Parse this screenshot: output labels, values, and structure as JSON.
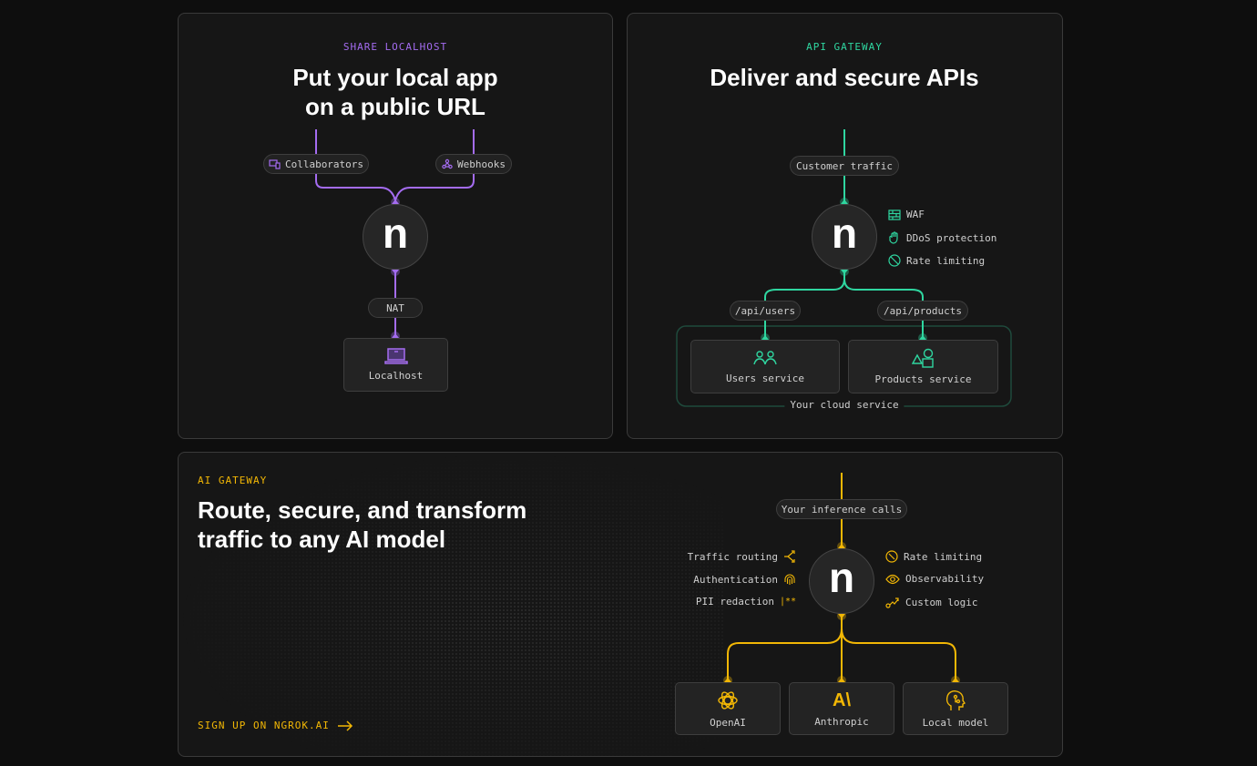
{
  "share": {
    "eyebrow": "SHARE LOCALHOST",
    "title_line1": "Put your local app",
    "title_line2": "on a public URL",
    "collaborators": "Collaborators",
    "webhooks": "Webhooks",
    "nat": "NAT",
    "localhost": "Localhost",
    "node": "n"
  },
  "api": {
    "eyebrow": "API GATEWAY",
    "title": "Deliver and secure APIs",
    "customer_traffic": "Customer traffic",
    "features": [
      "WAF",
      "DDoS protection",
      "Rate limiting"
    ],
    "route_users": "/api/users",
    "route_products": "/api/products",
    "users_service": "Users service",
    "products_service": "Products service",
    "cloud": "Your cloud service",
    "node": "n"
  },
  "ai": {
    "eyebrow": "AI GATEWAY",
    "title_line1": "Route, secure, and transform",
    "title_line2": "traffic to any AI model",
    "inference": "Your inference calls",
    "left_features": [
      "Traffic routing",
      "Authentication",
      "PII redaction"
    ],
    "right_features": [
      "Rate limiting",
      "Observability",
      "Custom logic"
    ],
    "models": [
      "OpenAI",
      "Anthropic",
      "Local model"
    ],
    "signup": "SIGN UP ON NGROK.AI",
    "node": "n"
  },
  "colors": {
    "purple": "#a46cf0",
    "green": "#2fd6a0",
    "yellow": "#f2b705"
  }
}
